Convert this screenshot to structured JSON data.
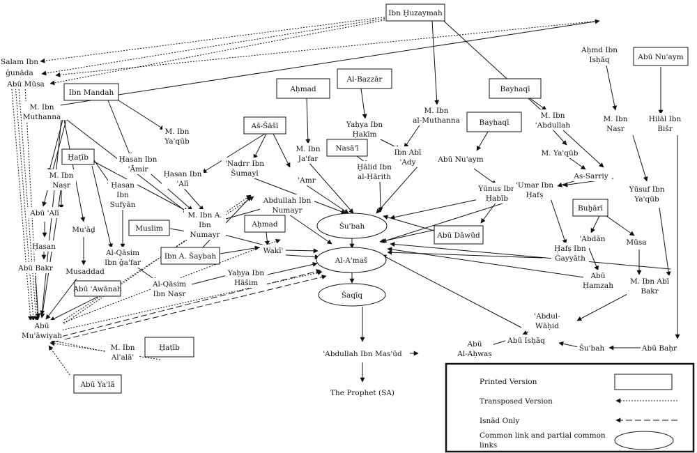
{
  "diagram": {
    "nodes": [
      {
        "id": "ibn-huzaymah",
        "lines": [
          "Ibn Ḫuzaymah"
        ],
        "type": "box"
      },
      {
        "id": "salam",
        "lines": [
          "Salam Ibn"
        ],
        "type": "text"
      },
      {
        "id": "gunada",
        "lines": [
          "ǧunāda"
        ],
        "type": "text"
      },
      {
        "id": "abu-musa",
        "lines": [
          "Abū Mūsa"
        ],
        "type": "text"
      },
      {
        "id": "ibn-mandah",
        "lines": [
          "Ibn Mandah"
        ],
        "type": "box"
      },
      {
        "id": "m-muthanna-l",
        "lines": [
          "M. Ibn",
          "Muthanna"
        ],
        "type": "text"
      },
      {
        "id": "m-yaqub",
        "lines": [
          "M. Ibn",
          "Ya'qūb"
        ],
        "type": "text"
      },
      {
        "id": "hatib-1",
        "lines": [
          "Ḫaṭīb"
        ],
        "type": "box"
      },
      {
        "id": "hasan-amir",
        "lines": [
          "Ḥasan Ibn",
          "'Āmir"
        ],
        "type": "text"
      },
      {
        "id": "m-nasr-l",
        "lines": [
          "M. Ibn",
          "Naṣr"
        ],
        "type": "text"
      },
      {
        "id": "hasan-sufyan",
        "lines": [
          "Ḥasan",
          "Ibn",
          "Sufyān"
        ],
        "type": "text"
      },
      {
        "id": "abu-ali",
        "lines": [
          "Abū 'Alī"
        ],
        "type": "text"
      },
      {
        "id": "muad",
        "lines": [
          "Mu'āḏ"
        ],
        "type": "text"
      },
      {
        "id": "hasan",
        "lines": [
          "Ḥasan"
        ],
        "type": "text"
      },
      {
        "id": "abu-bakr",
        "lines": [
          "Abū Bakr"
        ],
        "type": "text"
      },
      {
        "id": "musaddad",
        "lines": [
          "Musaddad"
        ],
        "type": "text"
      },
      {
        "id": "abu-awanah",
        "lines": [
          "Abū 'Awānah"
        ],
        "type": "box"
      },
      {
        "id": "qasim-gafar",
        "lines": [
          "Al-Qāsim",
          "Ibn ǧa'far"
        ],
        "type": "text"
      },
      {
        "id": "qasim-nasr",
        "lines": [
          "Al-Qāsim",
          "Ibn Naṣr"
        ],
        "type": "text"
      },
      {
        "id": "abu-muawiyah",
        "lines": [
          "Abū",
          "Mu'āwiyah"
        ],
        "type": "text"
      },
      {
        "id": "m-ala",
        "lines": [
          "M. Ibn",
          "Al'alā'"
        ],
        "type": "text"
      },
      {
        "id": "hatib-2",
        "lines": [
          "Ḫaṭīb"
        ],
        "type": "box"
      },
      {
        "id": "abu-yala",
        "lines": [
          "Abū Ya'lā"
        ],
        "type": "box"
      },
      {
        "id": "muslim",
        "lines": [
          "Muslim"
        ],
        "type": "box"
      },
      {
        "id": "m-numayr",
        "lines": [
          "M. Ibn A.",
          "Ibn",
          "Numayr"
        ],
        "type": "text"
      },
      {
        "id": "ibn-sayba",
        "lines": [
          "Ibn A. Šaybah"
        ],
        "type": "box"
      },
      {
        "id": "hasan-ali",
        "lines": [
          "Ḥasan Ibn",
          "'Alī"
        ],
        "type": "text"
      },
      {
        "id": "as-sasi",
        "lines": [
          "Aš-Šāšī"
        ],
        "type": "box"
      },
      {
        "id": "nadr",
        "lines": [
          "'Naḍrr Ibn",
          "Šumayl"
        ],
        "type": "text"
      },
      {
        "id": "ahmad-1",
        "lines": [
          "Aḥmad"
        ],
        "type": "box"
      },
      {
        "id": "m-jafar",
        "lines": [
          "M. Ibn",
          "Ja'far"
        ],
        "type": "text"
      },
      {
        "id": "amr",
        "lines": [
          "'Amr"
        ],
        "type": "text"
      },
      {
        "id": "abdullah-numayr",
        "lines": [
          "Abdullah Ibn",
          "Numayr"
        ],
        "type": "text"
      },
      {
        "id": "ahmad-2",
        "lines": [
          "Aḥmad"
        ],
        "type": "box"
      },
      {
        "id": "waki",
        "lines": [
          "Wakī'"
        ],
        "type": "text"
      },
      {
        "id": "yahya-hasim",
        "lines": [
          "Yaḥya Ibn",
          "Hāšim"
        ],
        "type": "text"
      },
      {
        "id": "al-bazzar",
        "lines": [
          "Al-Bazzār"
        ],
        "type": "box"
      },
      {
        "id": "yahya-hakim",
        "lines": [
          "Yaḥya Ibn",
          "Ḥakīm"
        ],
        "type": "text"
      },
      {
        "id": "nasai",
        "lines": [
          "Nasā'ī"
        ],
        "type": "box"
      },
      {
        "id": "halid",
        "lines": [
          "Ḫālid Ibn",
          "al-Ḥārith"
        ],
        "type": "text"
      },
      {
        "id": "ibn-abi-ady",
        "lines": [
          "Ibn Abī",
          "'Ady"
        ],
        "type": "text"
      },
      {
        "id": "m-muthanna-r",
        "lines": [
          "M. Ibn",
          "al-Muthanna"
        ],
        "type": "text"
      },
      {
        "id": "subah-node",
        "lines": [
          "Šu'bah"
        ],
        "type": "ellipse"
      },
      {
        "id": "amas-node",
        "lines": [
          "Al-A'maš"
        ],
        "type": "ellipse"
      },
      {
        "id": "saqiq-node",
        "lines": [
          "Šaqīq"
        ],
        "type": "ellipse"
      },
      {
        "id": "abdullah-masud",
        "lines": [
          "'Abdullah Ibn Mas'ūd"
        ],
        "type": "text"
      },
      {
        "id": "prophet",
        "lines": [
          "The Prophet (SA)"
        ],
        "type": "text"
      },
      {
        "id": "bayhaqi-1",
        "lines": [
          "Bayhaqī"
        ],
        "type": "box"
      },
      {
        "id": "abu-nuaym-m",
        "lines": [
          "Abū Nu'aym"
        ],
        "type": "text"
      },
      {
        "id": "yunus",
        "lines": [
          "Yūnus Ibn",
          "Ḥabīb"
        ],
        "type": "text"
      },
      {
        "id": "abu-dawud",
        "lines": [
          "Abū Dāwūd"
        ],
        "type": "box"
      },
      {
        "id": "bayhaqi-2",
        "lines": [
          "Bayhaqī"
        ],
        "type": "box"
      },
      {
        "id": "m-abdullah",
        "lines": [
          "M. Ibn",
          "'Abdullah"
        ],
        "type": "text"
      },
      {
        "id": "m-yaqub-r",
        "lines": [
          "M. Ya'qūb"
        ],
        "type": "text"
      },
      {
        "id": "as-sarriy",
        "lines": [
          "As-Sarriy"
        ],
        "type": "text"
      },
      {
        "id": "ahmad-ishaq",
        "lines": [
          "Aḥmd Ibn",
          "Isḥāq"
        ],
        "type": "text"
      },
      {
        "id": "m-nasr-r",
        "lines": [
          "M. Ibn",
          "Naṣr"
        ],
        "type": "text"
      },
      {
        "id": "abu-nuaym-box",
        "lines": [
          "Abū Nu'aym"
        ],
        "type": "box"
      },
      {
        "id": "hilal",
        "lines": [
          "Hilāl Ibn",
          "Bišr"
        ],
        "type": "text"
      },
      {
        "id": "umar-hafs",
        "lines": [
          "'Umar Ibn",
          "Ḥafṣ"
        ],
        "type": "text"
      },
      {
        "id": "buhari",
        "lines": [
          "Buḫārī"
        ],
        "type": "box"
      },
      {
        "id": "yusuf",
        "lines": [
          "Yūsuf Ibn",
          "Ya'qūb"
        ],
        "type": "text"
      },
      {
        "id": "abdan",
        "lines": [
          "'Abdān"
        ],
        "type": "text"
      },
      {
        "id": "musa",
        "lines": [
          "Mūsa"
        ],
        "type": "text"
      },
      {
        "id": "hafs-gayyath",
        "lines": [
          "Ḥafṣ Ibn",
          "Ġayyāth"
        ],
        "type": "text"
      },
      {
        "id": "abu-hamzah",
        "lines": [
          "Abū",
          "Ḥamzah"
        ],
        "type": "text"
      },
      {
        "id": "m-abi-bakr",
        "lines": [
          "M. Ibn Abī",
          "Bakr"
        ],
        "type": "text"
      },
      {
        "id": "abdul-wahid",
        "lines": [
          "'Abdul-",
          "Wāḥid"
        ],
        "type": "text"
      },
      {
        "id": "abu-ishaq",
        "lines": [
          "Abū Isḥāq"
        ],
        "type": "text"
      },
      {
        "id": "abu-ahwas",
        "lines": [
          "Abū",
          "Al-Aḥwaṣ"
        ],
        "type": "text"
      },
      {
        "id": "subah-text",
        "lines": [
          "Šu'bah"
        ],
        "type": "text"
      },
      {
        "id": "abu-bahr",
        "lines": [
          "Abū Baḥr"
        ],
        "type": "text"
      }
    ]
  },
  "legend": {
    "items": [
      {
        "id": "printed",
        "label": "Printed Version",
        "symbol": "box"
      },
      {
        "id": "transposed",
        "label": "Transposed Version",
        "symbol": "dotted-arrow"
      },
      {
        "id": "isnad",
        "label": "Isnād Only",
        "symbol": "dashed-arrow"
      },
      {
        "id": "common",
        "label": "Common link and partial common links",
        "symbol": "ellipse"
      }
    ]
  }
}
